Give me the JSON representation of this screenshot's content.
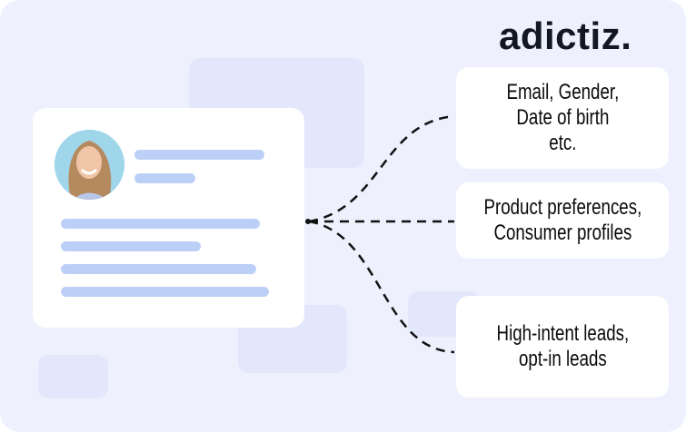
{
  "brand": {
    "logo_text": "adictiz."
  },
  "profile_card": {
    "avatar": "woman-portrait"
  },
  "data_boxes": [
    {
      "lines": [
        "Email, Gender,",
        "Date of birth",
        "etc."
      ]
    },
    {
      "lines": [
        "Product preferences,",
        "Consumer profiles"
      ]
    },
    {
      "lines": [
        "High-intent leads,",
        "opt-in leads"
      ]
    }
  ],
  "colors": {
    "background": "#eef0fd",
    "bars": "#bcd0f7",
    "text": "#121722"
  }
}
